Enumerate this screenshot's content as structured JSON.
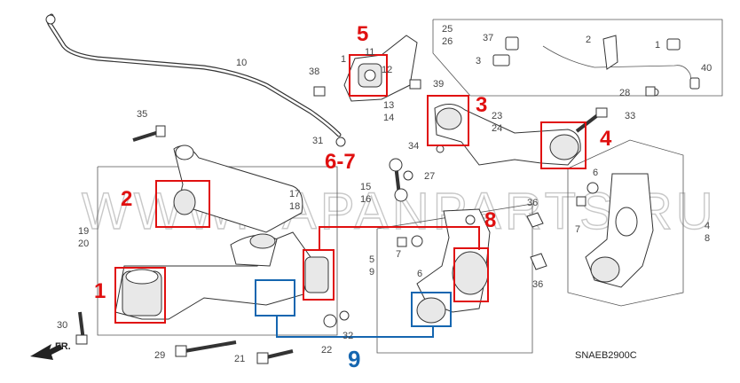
{
  "watermark": "WWW.JAPANPARTS.RU",
  "diagram_code": "SNAEB2900C",
  "direction_label": "FR.",
  "callouts": [
    {
      "id": "c1",
      "label": "1",
      "color": "#e01010"
    },
    {
      "id": "c2",
      "label": "2",
      "color": "#e01010"
    },
    {
      "id": "c3",
      "label": "3",
      "color": "#e01010"
    },
    {
      "id": "c4",
      "label": "4",
      "color": "#e01010"
    },
    {
      "id": "c5",
      "label": "5",
      "color": "#e01010"
    },
    {
      "id": "c67",
      "label": "6-7",
      "color": "#e01010"
    },
    {
      "id": "c8",
      "label": "8",
      "color": "#e01010"
    },
    {
      "id": "c9",
      "label": "9",
      "color": "#1566b0"
    }
  ],
  "part_numbers": {
    "p10": "10",
    "p11": "11",
    "p1a": "1",
    "p12": "12",
    "p13": "13",
    "p14": "14",
    "p25": "25",
    "p26": "26",
    "p37": "37",
    "p3": "3",
    "p2": "2",
    "p1b": "1",
    "p40": "40",
    "p28": "28",
    "p38": "38",
    "p39": "39",
    "p35": "35",
    "p31": "31",
    "p34": "34",
    "p23": "23",
    "p24": "24",
    "p33": "33",
    "p27": "27",
    "p15": "15",
    "p16": "16",
    "p17": "17",
    "p18": "18",
    "p19": "19",
    "p20": "20",
    "p5": "5",
    "p9": "9",
    "p7a": "7",
    "p6a": "6",
    "p36a": "36",
    "p36b": "36",
    "p6b": "6",
    "p7b": "7",
    "p4": "4",
    "p8": "8",
    "p30": "30",
    "p29": "29",
    "p21": "21",
    "p22": "22",
    "p32": "32"
  }
}
